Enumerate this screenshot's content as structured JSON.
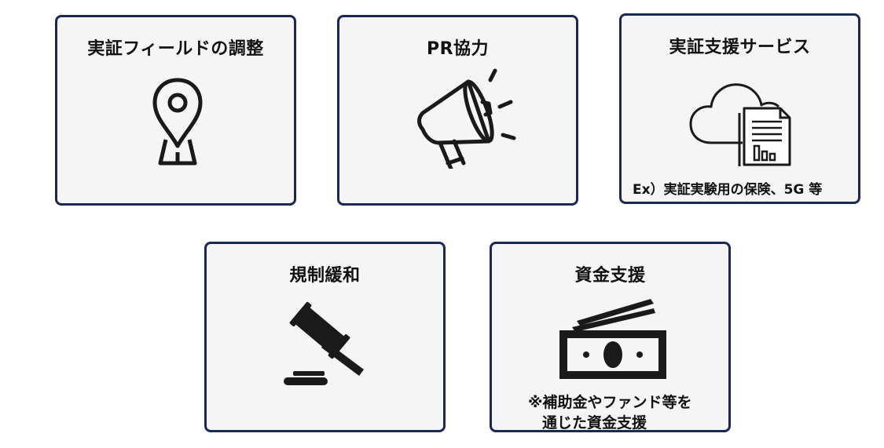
{
  "cards": [
    {
      "title": "実証フィールドの調整",
      "icon": "map-pin-icon"
    },
    {
      "title": "PR協力",
      "icon": "megaphone-icon"
    },
    {
      "title": "実証支援サービス",
      "icon": "cloud-document-icon",
      "note": "Ex）実証実験用の保険、5G 等"
    },
    {
      "title": "規制緩和",
      "icon": "gavel-icon"
    },
    {
      "title": "資金支援",
      "icon": "money-icon",
      "note_lines": [
        "※補助金やファンド等を",
        "通じた資金支援"
      ]
    }
  ],
  "colors": {
    "card_border": "#1c2852",
    "card_background": "#f5f5f5",
    "icon": "#1a1a1a"
  }
}
